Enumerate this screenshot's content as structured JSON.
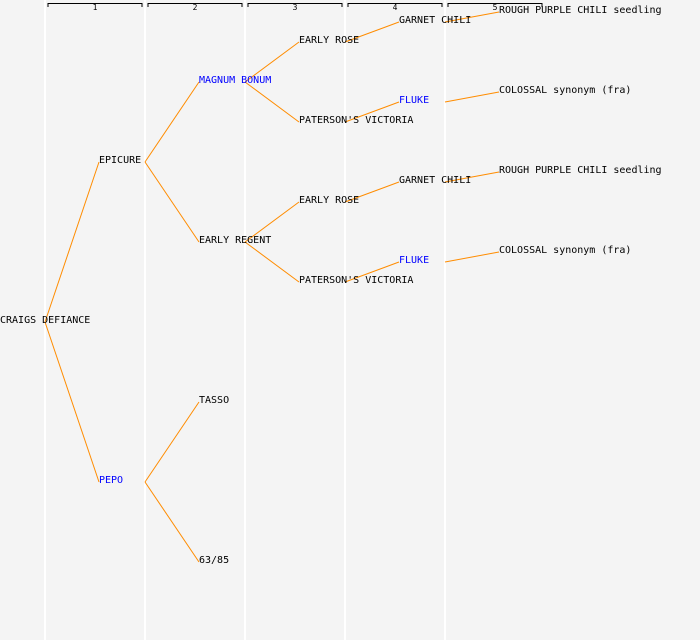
{
  "colors": {
    "background": "#f4f4f4",
    "link": "#ff8c00",
    "highlight": "#0000ff",
    "text": "#000000",
    "separator": "#ffffff"
  },
  "generation_headers": [
    "1",
    "2",
    "3",
    "4",
    "5"
  ],
  "tree": {
    "name": "CRAIGS DEFIANCE",
    "parents": [
      {
        "name": "EPICURE",
        "parents": [
          {
            "name": "MAGNUM BONUM",
            "highlight": true,
            "parents": [
              {
                "name": "EARLY ROSE",
                "parents": [
                  {
                    "name": "GARNET CHILI",
                    "parents": [
                      {
                        "name": "ROUGH PURPLE CHILI seedling"
                      }
                    ]
                  }
                ]
              },
              {
                "name": "PATERSON'S VICTORIA",
                "parents": [
                  {
                    "name": "FLUKE",
                    "highlight": true,
                    "parents": [
                      {
                        "name": "COLOSSAL synonym (fra)"
                      }
                    ]
                  }
                ]
              }
            ]
          },
          {
            "name": "EARLY REGENT",
            "parents": [
              {
                "name": "EARLY ROSE",
                "parents": [
                  {
                    "name": "GARNET CHILI",
                    "parents": [
                      {
                        "name": "ROUGH PURPLE CHILI seedling"
                      }
                    ]
                  }
                ]
              },
              {
                "name": "PATERSON'S VICTORIA",
                "parents": [
                  {
                    "name": "FLUKE",
                    "highlight": true,
                    "parents": [
                      {
                        "name": "COLOSSAL synonym (fra)"
                      }
                    ]
                  }
                ]
              }
            ]
          }
        ]
      },
      {
        "name": "PEPO",
        "highlight": true,
        "parents": [
          {
            "name": "TASSO"
          },
          {
            "name": "63/85"
          }
        ]
      }
    ]
  }
}
